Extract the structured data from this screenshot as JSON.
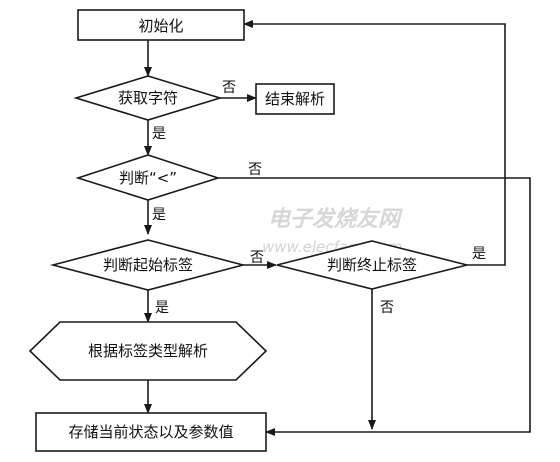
{
  "nodes": {
    "init": "初始化",
    "get_char": "获取字符",
    "end_parse": "结束解析",
    "check_lt": "判断“<”",
    "check_start": "判断起始标签",
    "check_end": "判断终止标签",
    "parse_by_type": "根据标签类型解析",
    "store": "存储当前状态以及参数值"
  },
  "edges": {
    "no_get_char": "否",
    "yes_get_char": "是",
    "no_check_lt": "否",
    "yes_check_lt": "是",
    "no_check_start": "否",
    "yes_check_start": "是",
    "yes_check_end": "是",
    "no_check_end": "否"
  },
  "watermark": {
    "cn": "电子发烧友网",
    "url": "www.elecfans.com"
  }
}
